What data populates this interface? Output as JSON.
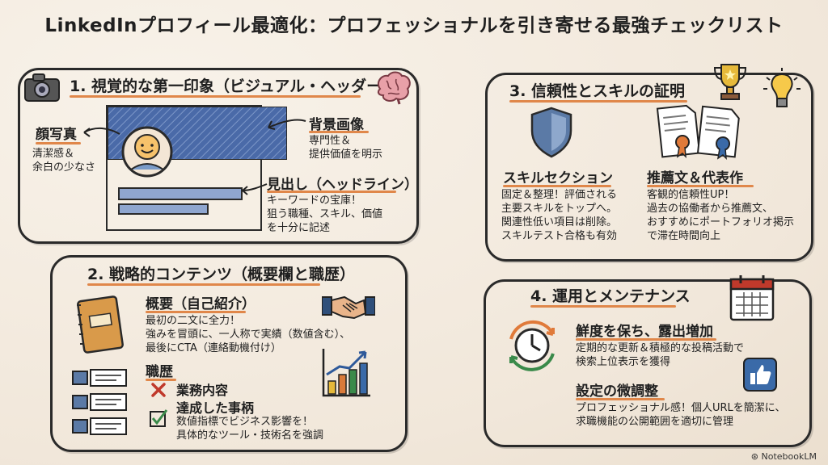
{
  "title": "LinkedInプロフィール最適化：プロフェッショナルを引き寄せる最強チェックリスト",
  "sections": [
    {
      "title": "1. 視覚的な第一印象（ビジュアル・ヘッダー）",
      "photo": {
        "heading": "顔写真",
        "text": "清潔感＆\n余白の少なさ"
      },
      "background": {
        "heading": "背景画像",
        "text": "専門性＆\n提供価値を明示"
      },
      "headline": {
        "heading": "見出し（ヘッドライン）",
        "text": "キーワードの宝庫！\n狙う職種、スキル、価値\nを十分に記述"
      }
    },
    {
      "title": "2. 戦略的コンテンツ（概要欄と職歴）",
      "about": {
        "heading": "概要（自己紹介）",
        "text": "最初の二文に全力！\n強みを冒頭に、一人称で実績（数値含む）、\n最後にCTA（連絡動機付け）"
      },
      "career": {
        "heading": "職歴",
        "bad1": "業務内容",
        "good1": "達成した事柄",
        "text": "数値指標でビジネス影響を！\n具体的なツール・技術名を強調"
      }
    },
    {
      "title": "3. 信頼性とスキルの証明",
      "skills": {
        "heading": "スキルセクション",
        "text": "固定＆整理！評価される\n主要スキルをトップへ。\n関連性低い項目は削除。\nスキルテスト合格も有効"
      },
      "recommend": {
        "heading": "推薦文＆代表作",
        "text": "客観的信頼性UP！\n過去の協働者から推薦文、\nおすすめにポートフォリオ掲示\nで滞在時間向上"
      }
    },
    {
      "title": "4. 運用とメンテナンス",
      "fresh": {
        "heading": "鮮度を保ち、露出増加",
        "text": "定期的な更新＆積極的な投稿活動で\n検索上位表示を獲得"
      },
      "settings": {
        "heading": "設定の微調整",
        "text": "プロフェッショナル感！個人URLを簡潔に、\n求職機能の公開範囲を適切に管理"
      }
    }
  ],
  "watermark": "NotebookLM",
  "colors": {
    "accent": "#e0874a",
    "banner": "#4a6aa8",
    "shield": "#5b7aa6",
    "check": "#3a8a4a",
    "cross": "#c0392b"
  }
}
